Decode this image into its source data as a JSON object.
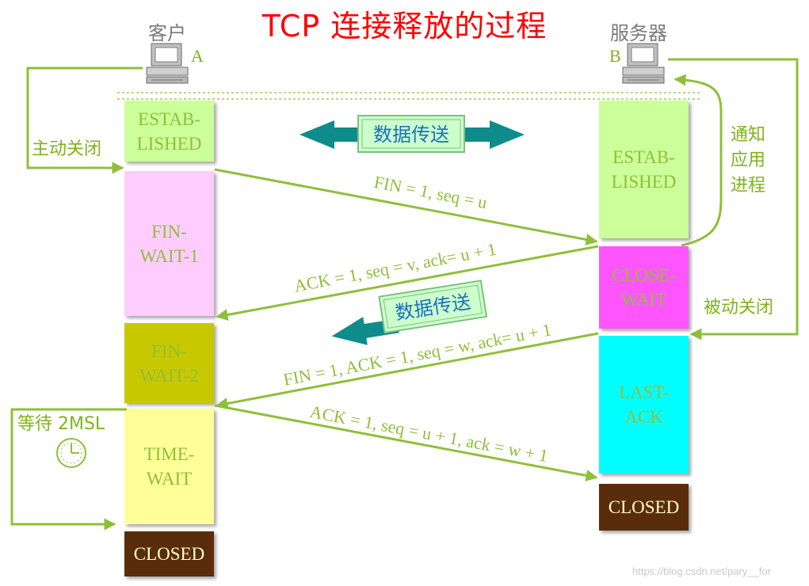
{
  "title": "TCP 连接释放的过程",
  "client": {
    "name": "客户",
    "letter": "A"
  },
  "server": {
    "name": "服务器",
    "letter": "B"
  },
  "client_states": [
    {
      "label": "ESTAB-\nLISHED",
      "color": "#ccff99"
    },
    {
      "label": "FIN-\nWAIT-1",
      "color": "#ffccff"
    },
    {
      "label": "FIN-\nWAIT-2",
      "color": "#c8c800"
    },
    {
      "label": "TIME-\nWAIT",
      "color": "#ffff99"
    },
    {
      "label": "CLOSED",
      "color": "#5a2d0a"
    }
  ],
  "server_states": [
    {
      "label": "ESTAB-\nLISHED",
      "color": "#ccff99"
    },
    {
      "label": "CLOSE-\nWAIT",
      "color": "#ff55ff"
    },
    {
      "label": "LAST-\nACK",
      "color": "#00ffff"
    },
    {
      "label": "CLOSED",
      "color": "#5a2d0a"
    }
  ],
  "annotations": {
    "active_close": "主动关闭",
    "passive_close": "被动关闭",
    "notify_app": "通知\n应用\n进程",
    "wait_2msl": "等待 2MSL"
  },
  "data_transfer_label": "数据传送",
  "messages": [
    {
      "label": "FIN = 1, seq = u"
    },
    {
      "label": "ACK = 1, seq = v, ack= u + 1"
    },
    {
      "label": "FIN = 1, ACK = 1, seq = w, ack= u + 1"
    },
    {
      "label": "ACK = 1, seq = u + 1, ack = w + 1"
    }
  ],
  "watermark": "https://blog.csdn.net/pary__for",
  "colors": {
    "green": "#8fbf3a",
    "teal": "#0e8c8c",
    "title_red": "#ff0000"
  }
}
